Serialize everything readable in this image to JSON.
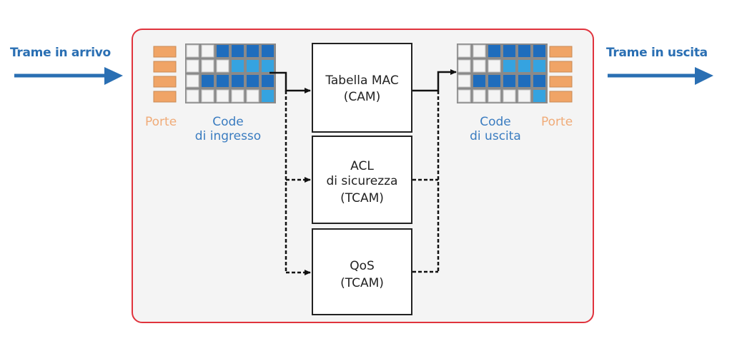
{
  "inbound": {
    "label": "Trame in arrivo"
  },
  "outbound": {
    "label": "Trame in uscita"
  },
  "ingress": {
    "ports_label": "Porte",
    "queues_label_line1": "Code",
    "queues_label_line2": "di ingresso",
    "queue_rows": [
      [
        "empty",
        "empty",
        "dark",
        "dark",
        "dark",
        "dark"
      ],
      [
        "empty",
        "empty",
        "empty",
        "light",
        "light",
        "light"
      ],
      [
        "empty",
        "dark",
        "dark",
        "dark",
        "dark",
        "dark"
      ],
      [
        "empty",
        "empty",
        "empty",
        "empty",
        "empty",
        "light"
      ]
    ],
    "port_count": 4
  },
  "egress": {
    "ports_label": "Porte",
    "queues_label_line1": "Code",
    "queues_label_line2": "di uscita",
    "queue_rows": [
      [
        "empty",
        "empty",
        "dark",
        "dark",
        "dark",
        "dark"
      ],
      [
        "empty",
        "empty",
        "empty",
        "light",
        "light",
        "light"
      ],
      [
        "empty",
        "dark",
        "dark",
        "dark",
        "dark",
        "dark"
      ],
      [
        "empty",
        "empty",
        "empty",
        "empty",
        "empty",
        "light"
      ]
    ],
    "port_count": 4
  },
  "tables": [
    {
      "id": "mac",
      "lines": [
        "Tabella MAC",
        "(CAM)"
      ],
      "connection": "solid"
    },
    {
      "id": "acl",
      "lines": [
        "ACL",
        "di sicurezza",
        "(TCAM)"
      ],
      "connection": "dashed"
    },
    {
      "id": "qos",
      "lines": [
        "QoS",
        "(TCAM)"
      ],
      "connection": "dashed"
    }
  ],
  "colors": {
    "accent_blue": "#2a6fb3",
    "queue_dark": "#1f6dbd",
    "queue_light": "#35a3e0",
    "queue_empty": "#f4f4f4",
    "port": "#f0a466",
    "container_border": "#e0333d",
    "container_fill": "#f4f4f4"
  }
}
